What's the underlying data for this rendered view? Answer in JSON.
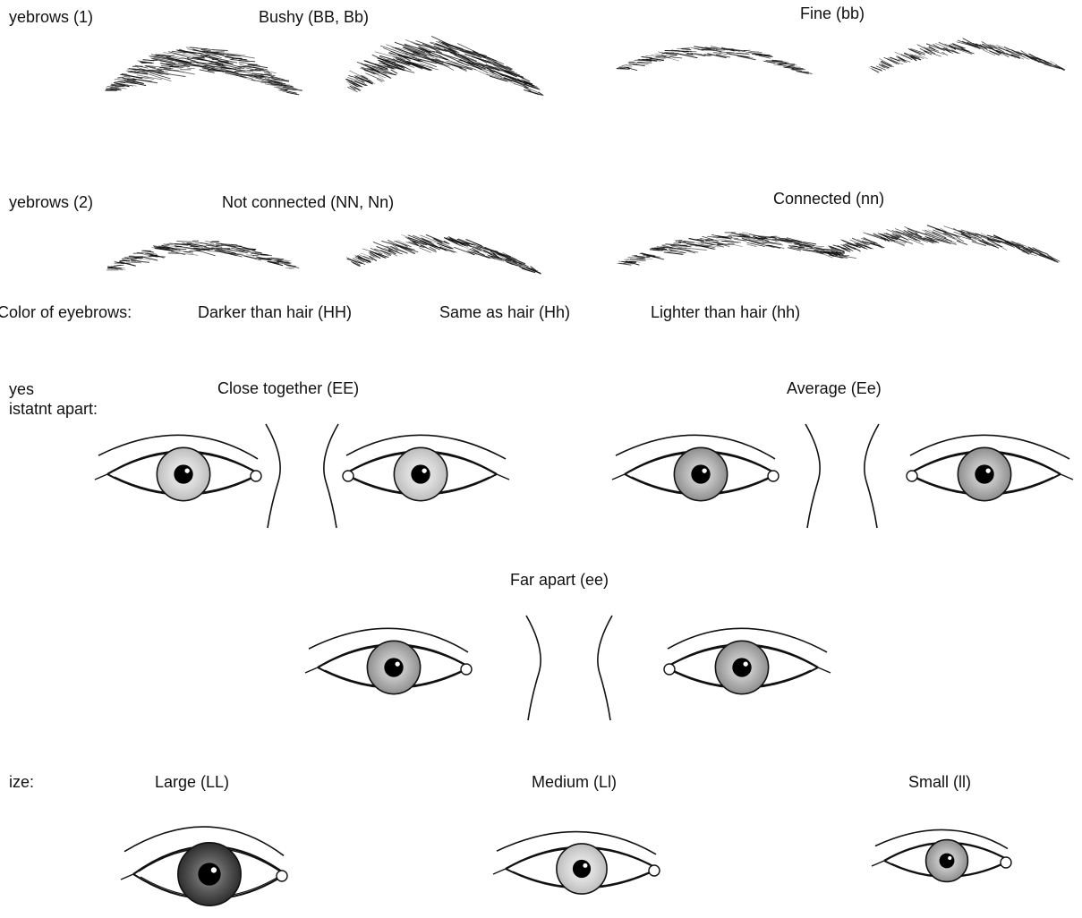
{
  "rows": {
    "eyebrows1": {
      "label": "yebrows (1)",
      "options": [
        "Bushy (BB, Bb)",
        "Fine (bb)"
      ]
    },
    "eyebrows2": {
      "label": "yebrows (2)",
      "options": [
        "Not connected (NN, Nn)",
        "Connected (nn)"
      ]
    },
    "eyebrow_color": {
      "label": "Color of eyebrows:",
      "options": [
        "Darker than hair (HH)",
        "Same as hair (Hh)",
        "Lighter than hair (hh)"
      ]
    },
    "eye_distance": {
      "label_line1": "yes",
      "label_line2": "istatnt apart:",
      "options": [
        "Close together (EE)",
        "Average (Ee)",
        "Far apart (ee)"
      ]
    },
    "eye_size": {
      "label": "ize:",
      "options": [
        "Large (LL)",
        "Medium (Ll)",
        "Small (ll)"
      ]
    }
  },
  "colors": {
    "ink": "#111111",
    "iris_light": "#d0d0d0",
    "iris_mid": "#a8a8a8",
    "iris_dark": "#555555"
  }
}
